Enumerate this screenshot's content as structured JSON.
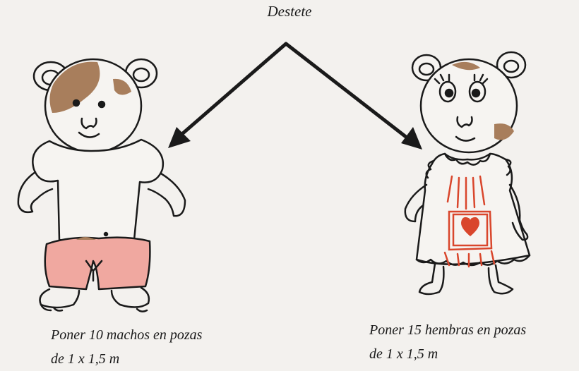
{
  "diagram": {
    "title": "Destete",
    "left": {
      "line1": "Poner 10 machos en pozas",
      "line2": "de 1 x 1,5 m"
    },
    "right": {
      "line1": "Poner 15 hembras en pozas",
      "line2": "de 1 x 1,5 m"
    }
  },
  "colors": {
    "ink": "#1a1a1a",
    "patch": "#a87e5c",
    "shorts": "#f0a8a0",
    "dress_print": "#d9462c",
    "background": "#f3f1ee"
  },
  "icons": [
    "male-guinea-pig-icon",
    "female-guinea-pig-icon",
    "heart-icon",
    "arrow-left-icon",
    "arrow-right-icon"
  ]
}
